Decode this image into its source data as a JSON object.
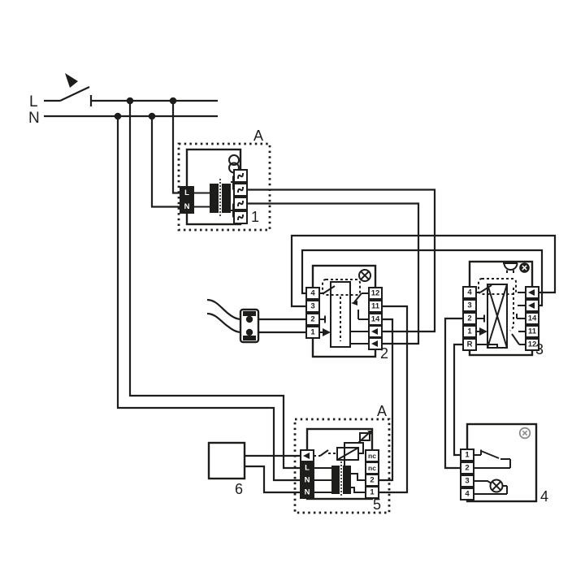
{
  "diagram": {
    "power": {
      "phase": "L",
      "neutral": "N"
    },
    "zones": {
      "a_top": "A",
      "a_bottom": "A"
    },
    "components": {
      "c1": {
        "label": "1",
        "left": [
          "L",
          "N"
        ]
      },
      "c2": {
        "label": "2",
        "left": [
          "4",
          "3",
          "2",
          "1"
        ],
        "right": [
          "12",
          "11",
          "14"
        ]
      },
      "c3": {
        "label": "3",
        "left": [
          "4",
          "3",
          "2",
          "1",
          "R"
        ],
        "right": [
          "14",
          "11",
          "12"
        ]
      },
      "c4": {
        "label": "4",
        "left": [
          "1",
          "2",
          "3",
          "4"
        ]
      },
      "c5": {
        "label": "5",
        "left": [
          "L",
          "N",
          "N"
        ],
        "right": [
          "nc",
          "nc",
          "2",
          "1"
        ]
      },
      "c6": {
        "label": "6"
      }
    }
  }
}
